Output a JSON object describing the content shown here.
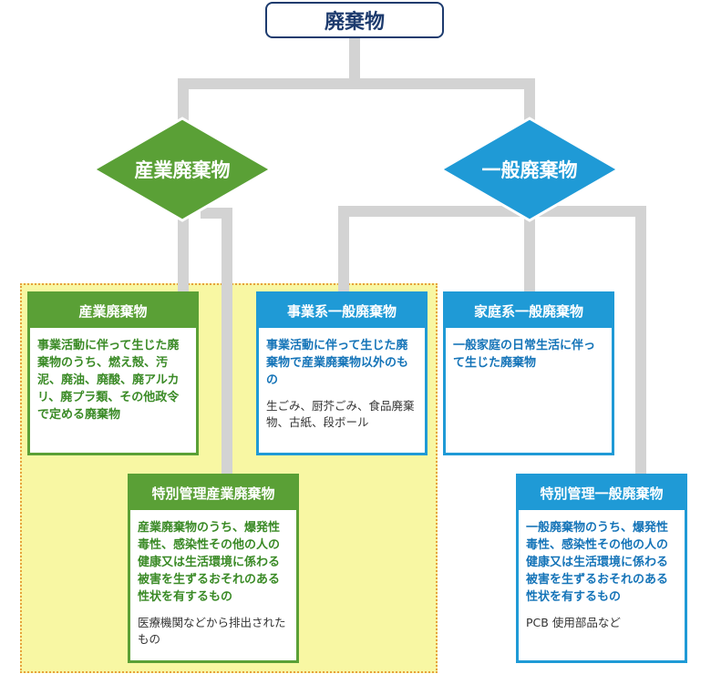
{
  "root": {
    "label": "廃棄物"
  },
  "categories": {
    "industrial": {
      "label": "産業廃棄物",
      "color": "#5aa036"
    },
    "general": {
      "label": "一般廃棄物",
      "color": "#1f9ad6"
    }
  },
  "cards": {
    "industrial_waste": {
      "title": "産業廃棄物",
      "description": "事業活動に伴って生じた廃棄物のうち、燃え殻、汚泥、廃油、廃酸、廃アルカリ、廃プラ類、その他政令で定める廃棄物",
      "examples": ""
    },
    "business_general_waste": {
      "title": "事業系一般廃棄物",
      "description": "事業活動に伴って生じた廃棄物で産業廃棄物以外のもの",
      "examples": "生ごみ、厨芥ごみ、食品廃棄物、古紙、段ボール"
    },
    "household_general_waste": {
      "title": "家庭系一般廃棄物",
      "description": "一般家庭の日常生活に伴って生じた廃棄物",
      "examples": ""
    },
    "special_industrial_waste": {
      "title": "特別管理産業廃棄物",
      "description": "産業廃棄物のうち、爆発性毒性、感染性その他の人の健康又は生活環境に係わる被害を生ずるおそれのある性状を有するもの",
      "examples": "医療機関などから排出されたもの"
    },
    "special_general_waste": {
      "title": "特別管理一般廃棄物",
      "description": "一般廃棄物のうち、爆発性毒性、感染性その他の人の健康又は生活環境に係わる被害を生ずるおそれのある性状を有するもの",
      "examples": "PCB 使用部品など"
    }
  }
}
